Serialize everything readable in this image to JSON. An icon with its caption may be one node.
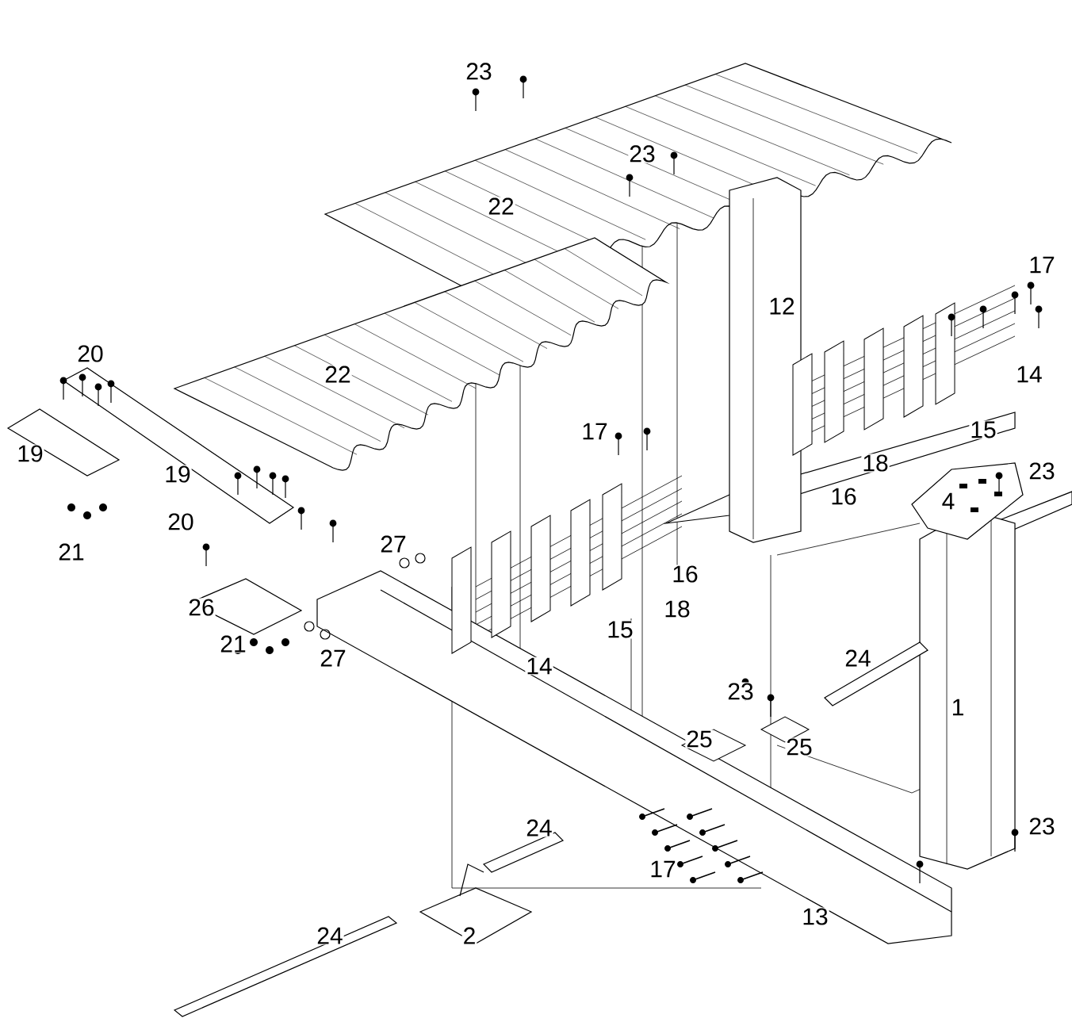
{
  "diagram": {
    "labels": [
      "23",
      "23",
      "22",
      "17",
      "12",
      "20",
      "22",
      "14",
      "17",
      "15",
      "19",
      "19",
      "18",
      "23",
      "16",
      "4",
      "20",
      "27",
      "21",
      "16",
      "26",
      "18",
      "15",
      "21",
      "27",
      "24",
      "14",
      "23",
      "1",
      "25",
      "25",
      "24",
      "23",
      "17",
      "13",
      "24",
      "2"
    ]
  }
}
